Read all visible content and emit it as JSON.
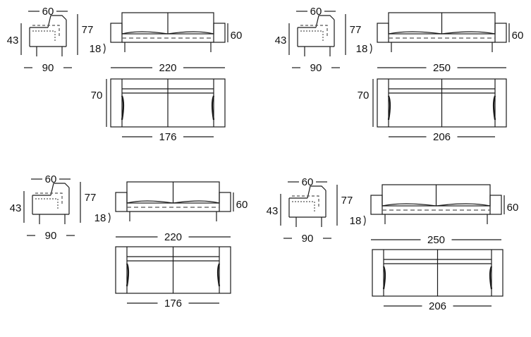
{
  "colors": {
    "line": "#1a1a1a",
    "dash": "#555555",
    "background": "#ffffff"
  },
  "blocks": [
    {
      "side": {
        "depth": "60",
        "height": "77",
        "seat_height": "43",
        "width": "90"
      },
      "front": {
        "back_height": "60",
        "leg_height": "18",
        "width": "220"
      },
      "top": {
        "depth": "70",
        "inner_width": "176"
      }
    },
    {
      "side": {
        "depth": "60",
        "height": "77",
        "seat_height": "43",
        "width": "90"
      },
      "front": {
        "back_height": "60",
        "leg_height": "18",
        "width": "250"
      },
      "top": {
        "depth": "70",
        "inner_width": "206"
      }
    },
    {
      "side": {
        "depth": "60",
        "height": "77",
        "seat_height": "43",
        "width": "90"
      },
      "front": {
        "back_height": "60",
        "leg_height": "18",
        "width": "220"
      },
      "top": {
        "inner_width": "176"
      }
    },
    {
      "side": {
        "depth": "60",
        "height": "77",
        "seat_height": "43",
        "width": "90"
      },
      "front": {
        "back_height": "60",
        "leg_height": "18",
        "width": "250"
      },
      "top": {
        "inner_width": "206"
      }
    }
  ]
}
